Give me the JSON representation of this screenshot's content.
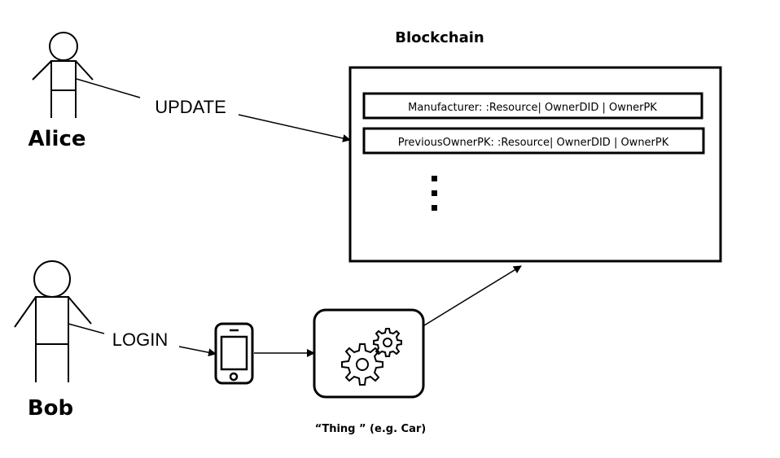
{
  "blockchain": {
    "title": "Blockchain",
    "records": [
      "Manufacturer: :Resource|  OwnerDID | OwnerPK",
      "PreviousOwnerPK: :Resource|  OwnerDID | OwnerPK"
    ],
    "ellipsis": "⋮"
  },
  "actors": {
    "alice": {
      "name": "Alice"
    },
    "bob": {
      "name": "Bob"
    }
  },
  "flows": {
    "update_label": "UPDATE",
    "login_label": "LOGIN"
  },
  "thing": {
    "caption": "“Thing ” (e.g. Car)",
    "icon": "gears-icon"
  },
  "device": {
    "icon": "smartphone-icon"
  }
}
